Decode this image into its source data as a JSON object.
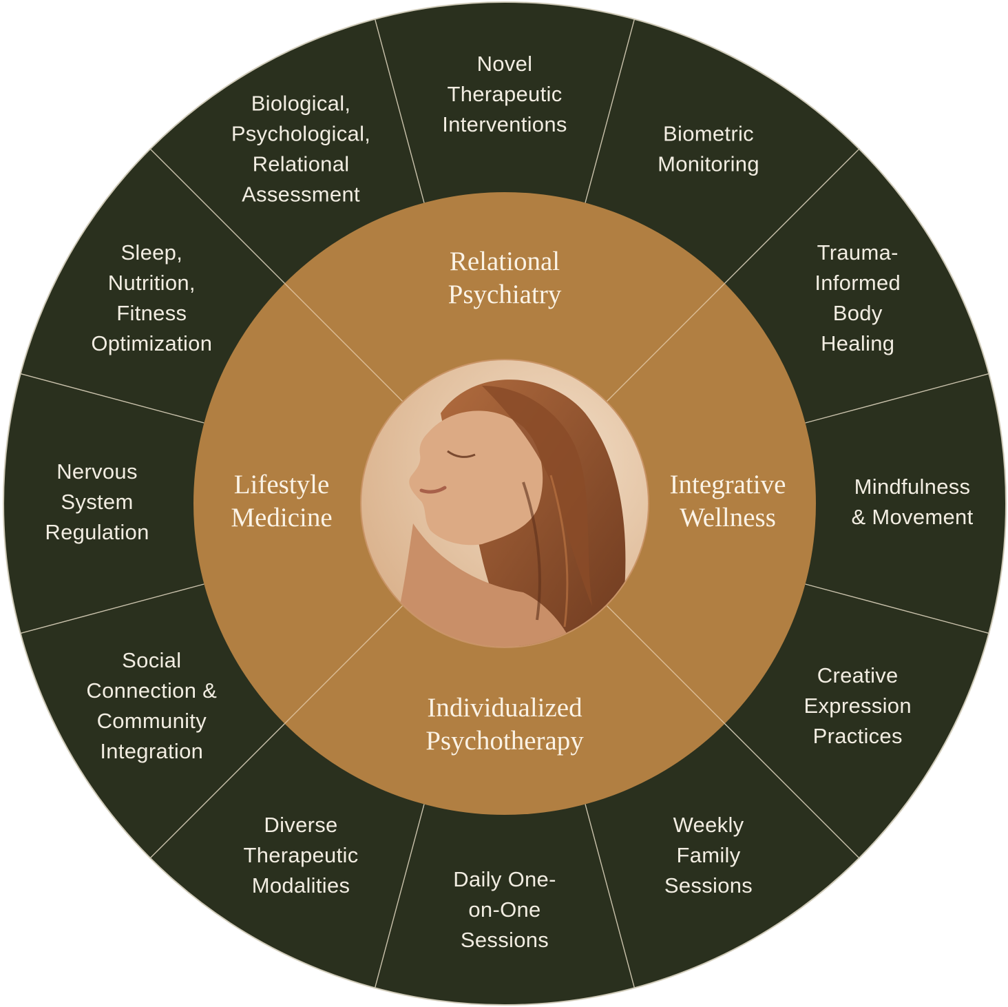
{
  "colors": {
    "outer_ring": "#2a301e",
    "inner_ring": "#b17f42",
    "divider": "#cbc3ad",
    "outer_text": "#f2ede2",
    "inner_text": "#fbf3e6",
    "portrait_bg": "#e6c7a7",
    "portrait_hair": "#9a5a33",
    "portrait_skin": "#d7a47e",
    "outline": "#cfcab8"
  },
  "center": {
    "image": "portrait-photo",
    "icon": "woman-portrait-photo"
  },
  "inner_ring": [
    {
      "id": "relational-psychiatry",
      "lines": [
        "Relational",
        "Psychiatry"
      ]
    },
    {
      "id": "integrative-wellness",
      "lines": [
        "Integrative",
        "Wellness"
      ]
    },
    {
      "id": "individualized-psychotherapy",
      "lines": [
        "Individualized",
        "Psychotherapy"
      ]
    },
    {
      "id": "lifestyle-medicine",
      "lines": [
        "Lifestyle",
        "Medicine"
      ]
    }
  ],
  "outer_ring": [
    {
      "id": "novel-therapeutic-interventions",
      "lines": [
        "Novel",
        "Therapeutic",
        "Interventions"
      ]
    },
    {
      "id": "biometric-monitoring",
      "lines": [
        "Biometric",
        "Monitoring"
      ]
    },
    {
      "id": "trauma-informed-body-healing",
      "lines": [
        "Trauma-",
        "Informed",
        "Body",
        "Healing"
      ]
    },
    {
      "id": "mindfulness-movement",
      "lines": [
        "Mindfulness",
        "& Movement"
      ]
    },
    {
      "id": "creative-expression-practices",
      "lines": [
        "Creative",
        "Expression",
        "Practices"
      ]
    },
    {
      "id": "weekly-family-sessions",
      "lines": [
        "Weekly",
        "Family",
        "Sessions"
      ]
    },
    {
      "id": "daily-one-on-one-sessions",
      "lines": [
        "Daily One-",
        "on-One",
        "Sessions"
      ]
    },
    {
      "id": "diverse-therapeutic-modalities",
      "lines": [
        "Diverse",
        "Therapeutic",
        "Modalities"
      ]
    },
    {
      "id": "social-connection-community-integration",
      "lines": [
        "Social",
        "Connection &",
        "Community",
        "Integration"
      ]
    },
    {
      "id": "nervous-system-regulation",
      "lines": [
        "Nervous",
        "System",
        "Regulation"
      ]
    },
    {
      "id": "sleep-nutrition-fitness-optimization",
      "lines": [
        "Sleep,",
        "Nutrition,",
        "Fitness",
        "Optimization"
      ]
    },
    {
      "id": "biological-psychological-relational-assessment",
      "lines": [
        "Biological,",
        "Psychological,",
        "Relational",
        "Assessment"
      ]
    }
  ]
}
